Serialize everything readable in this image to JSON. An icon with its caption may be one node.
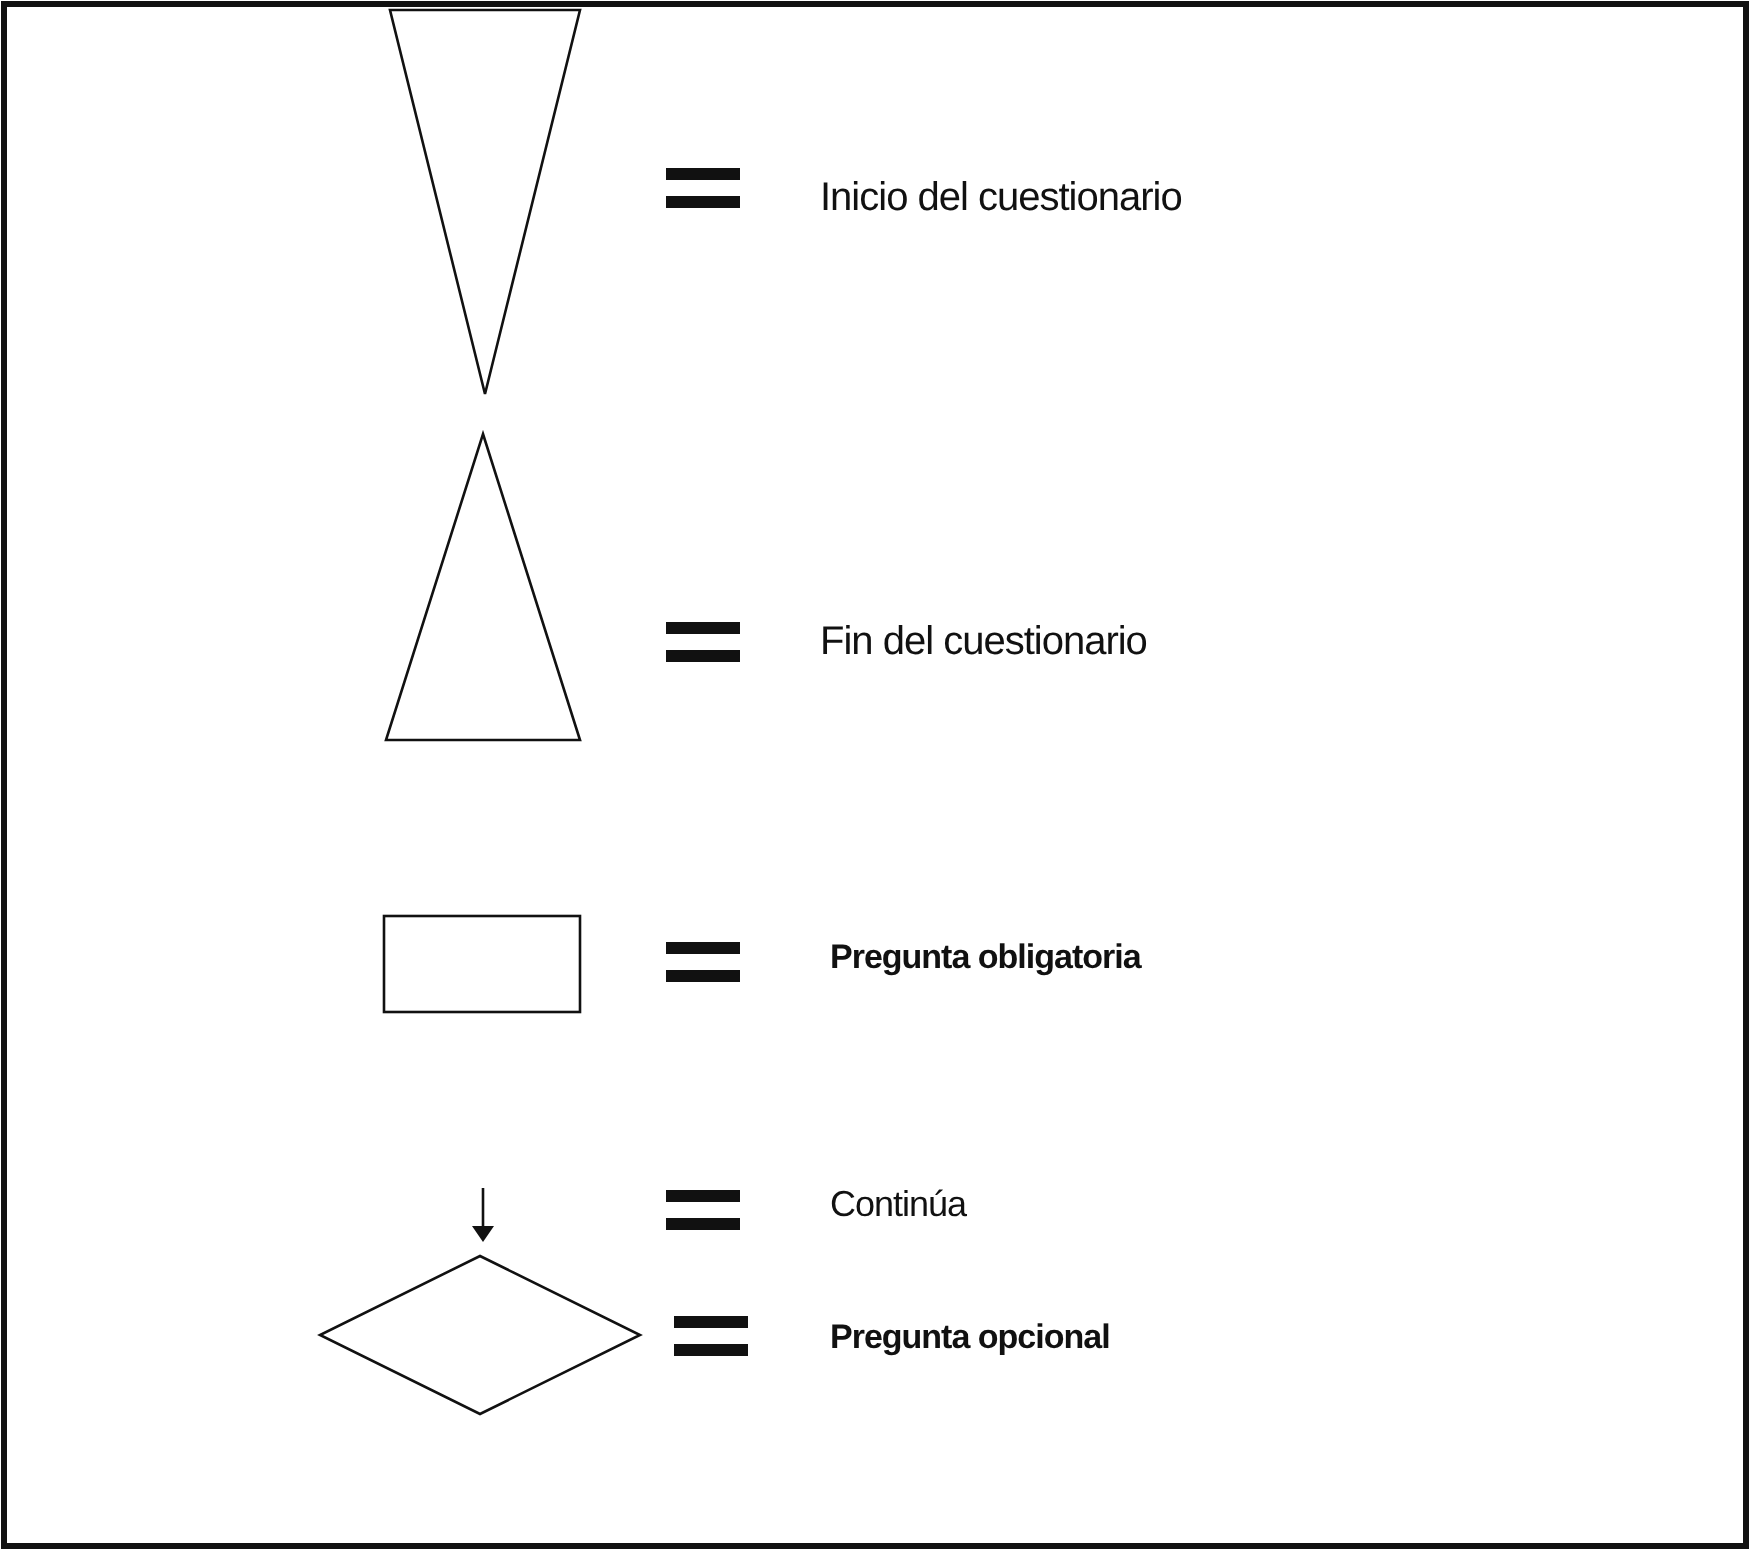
{
  "diagram": {
    "nodes": [
      {
        "text": [],
        "shape": "triangle"
      },
      {
        "text": [],
        "shape": "triangle"
      },
      {
        "text": [],
        "shape": "box"
      },
      {
        "text": [],
        "shape": "diamond"
      }
    ],
    "legend": [
      {
        "text": "Inicio del cuestionario"
      },
      {
        "text": "Fin del cuestionario"
      },
      {
        "text": "Pregunta obligatoria"
      },
      {
        "text": "Continúa"
      },
      {
        "text": "Pregunta opcional"
      }
    ]
  }
}
